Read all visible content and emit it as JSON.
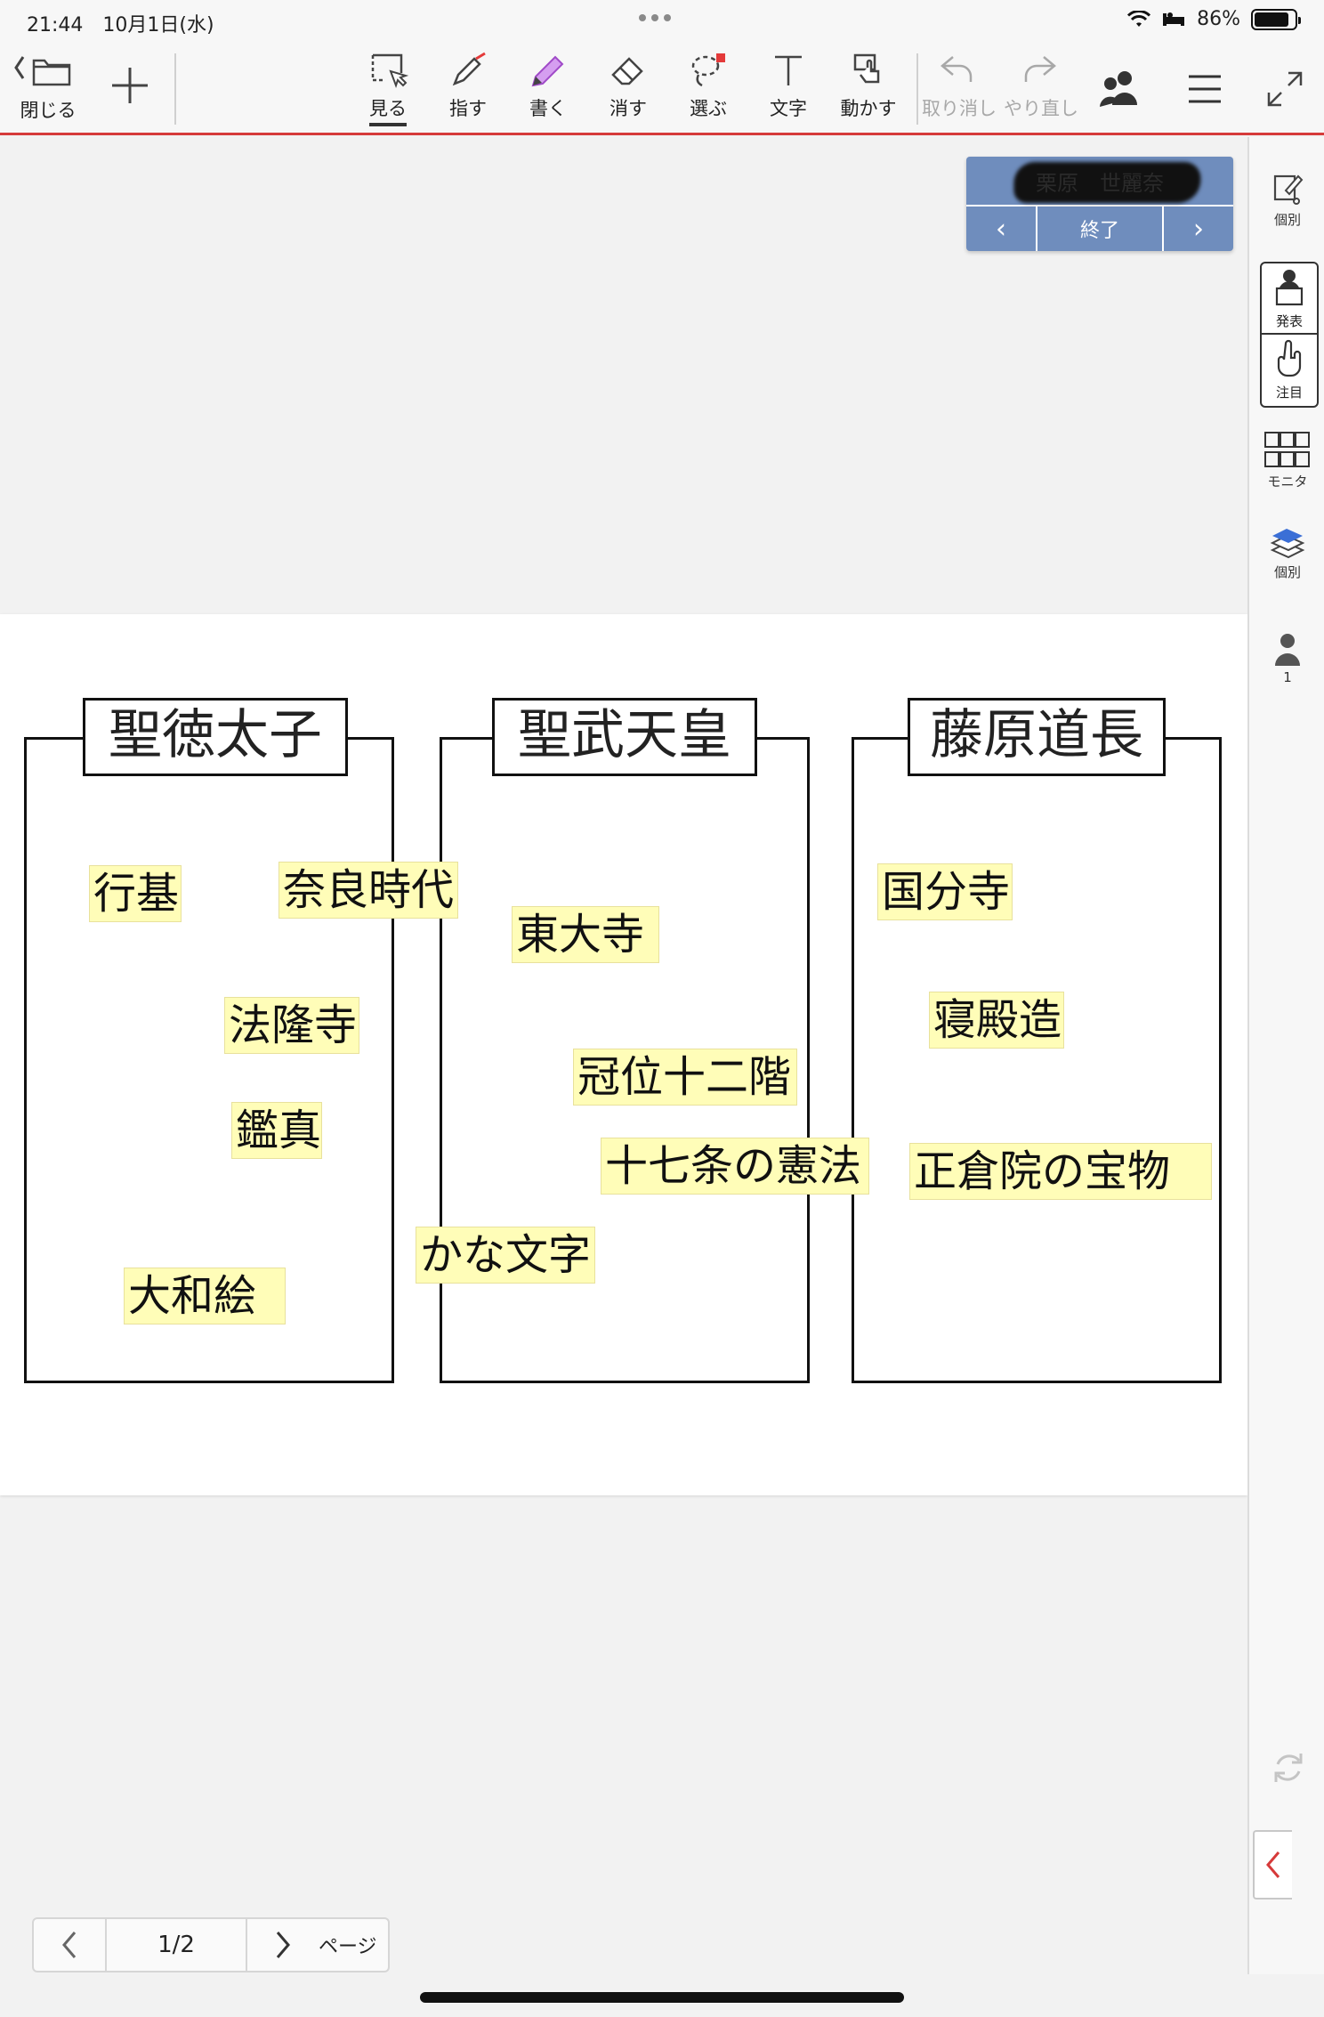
{
  "status_bar": {
    "time": "21:44",
    "date": "10月1日(水)",
    "battery": "86%",
    "battery_level": 0.86
  },
  "toolbar": {
    "close_label": "閉じる",
    "tools": [
      {
        "label": "見る",
        "icon": "view-icon"
      },
      {
        "label": "指す",
        "icon": "pointer-pen-icon"
      },
      {
        "label": "書く",
        "icon": "pencil-icon"
      },
      {
        "label": "消す",
        "icon": "eraser-icon"
      },
      {
        "label": "選ぶ",
        "icon": "lasso-icon"
      },
      {
        "label": "文字",
        "icon": "text-icon"
      },
      {
        "label": "動かす",
        "icon": "move-hand-icon"
      }
    ],
    "undo_label": "取り消し",
    "redo_label": "やり直し"
  },
  "presenter": {
    "name": "栗原　世麗奈",
    "end_label": "終了"
  },
  "side_panel": {
    "individual_label": "個別",
    "present_label": "発表",
    "attention_label": "注目",
    "monitor_label": "モニタ",
    "layers_label": "個別",
    "user_count": "1"
  },
  "worksheet": {
    "boxes": [
      {
        "title": "聖徳太子"
      },
      {
        "title": "聖武天皇"
      },
      {
        "title": "藤原道長"
      }
    ],
    "cards": [
      "行基",
      "奈良時代",
      "法隆寺",
      "鑑真",
      "大和絵",
      "東大寺",
      "冠位十二階",
      "十七条の憲法",
      "かな文字",
      "国分寺",
      "寝殿造",
      "正倉院の宝物"
    ]
  },
  "pager": {
    "current": "1/2",
    "label": "ページ"
  }
}
